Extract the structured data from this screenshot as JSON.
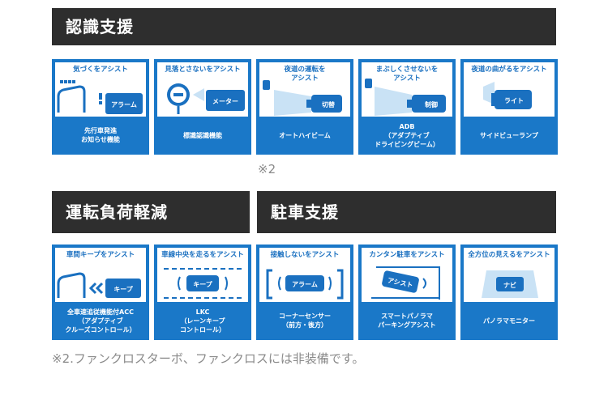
{
  "sections": {
    "recognition": "認識支援",
    "fatigue": "運転負荷軽減",
    "parking": "駐車支援"
  },
  "cards": [
    {
      "heading": "気づくをアシスト",
      "icon_text": "アラーム",
      "label": "先行車発進\nお知らせ機能",
      "icon": "departure-alert-icon"
    },
    {
      "heading": "見落とさないをアシスト",
      "icon_text": "メーター",
      "label": "標識認識機能",
      "icon": "sign-recognition-icon"
    },
    {
      "heading": "夜道の運転を\nアシスト",
      "icon_text": "切替",
      "label": "オートハイビーム",
      "icon": "auto-high-beam-icon"
    },
    {
      "heading": "まぶしくさせないを\nアシスト",
      "icon_text": "制御",
      "label": "ADB\n（アダプティブ\nドライビングビーム）",
      "icon": "adaptive-beam-icon"
    },
    {
      "heading": "夜道の曲がるをアシスト",
      "icon_text": "ライト",
      "label": "サイドビューランプ",
      "icon": "side-view-lamp-icon"
    },
    {
      "heading": "車間キープをアシスト",
      "icon_text": "キープ",
      "label": "全車速追従機能付ACC\n（アダプティブ\nクルーズコントロール）",
      "icon": "distance-keep-icon"
    },
    {
      "heading": "車線中央を走るをアシスト",
      "icon_text": "キープ",
      "label": "LKC\n（レーンキープ\nコントロール）",
      "icon": "lane-keep-icon"
    },
    {
      "heading": "接触しないをアシスト",
      "icon_text": "アラーム",
      "label": "コーナーセンサー\n（前方・後方）",
      "icon": "corner-sensor-icon"
    },
    {
      "heading": "カンタン駐車をアシスト",
      "icon_text": "アシスト",
      "label": "スマートパノラマ\nパーキングアシスト",
      "icon": "parking-assist-icon"
    },
    {
      "heading": "全方位の見えるをアシスト",
      "icon_text": "ナビ",
      "label": "パノラマモニター",
      "icon": "panoramic-monitor-icon"
    }
  ],
  "note_mark": "※2",
  "footnote": "※2.ファンクロスターボ、ファンクロスには非装備です。",
  "colors": {
    "header_bg": "#2e2e2e",
    "card_blue": "#1a78c8",
    "beam": "#c9e2f5",
    "note": "#8a8a8a"
  }
}
